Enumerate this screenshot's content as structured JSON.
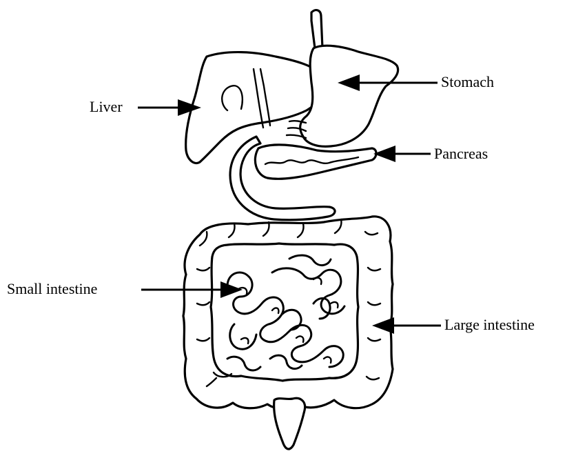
{
  "labels": {
    "liver": "Liver",
    "stomach": "Stomach",
    "pancreas": "Pancreas",
    "small_intestine": "Small intestine",
    "large_intestine": "Large intestine"
  }
}
